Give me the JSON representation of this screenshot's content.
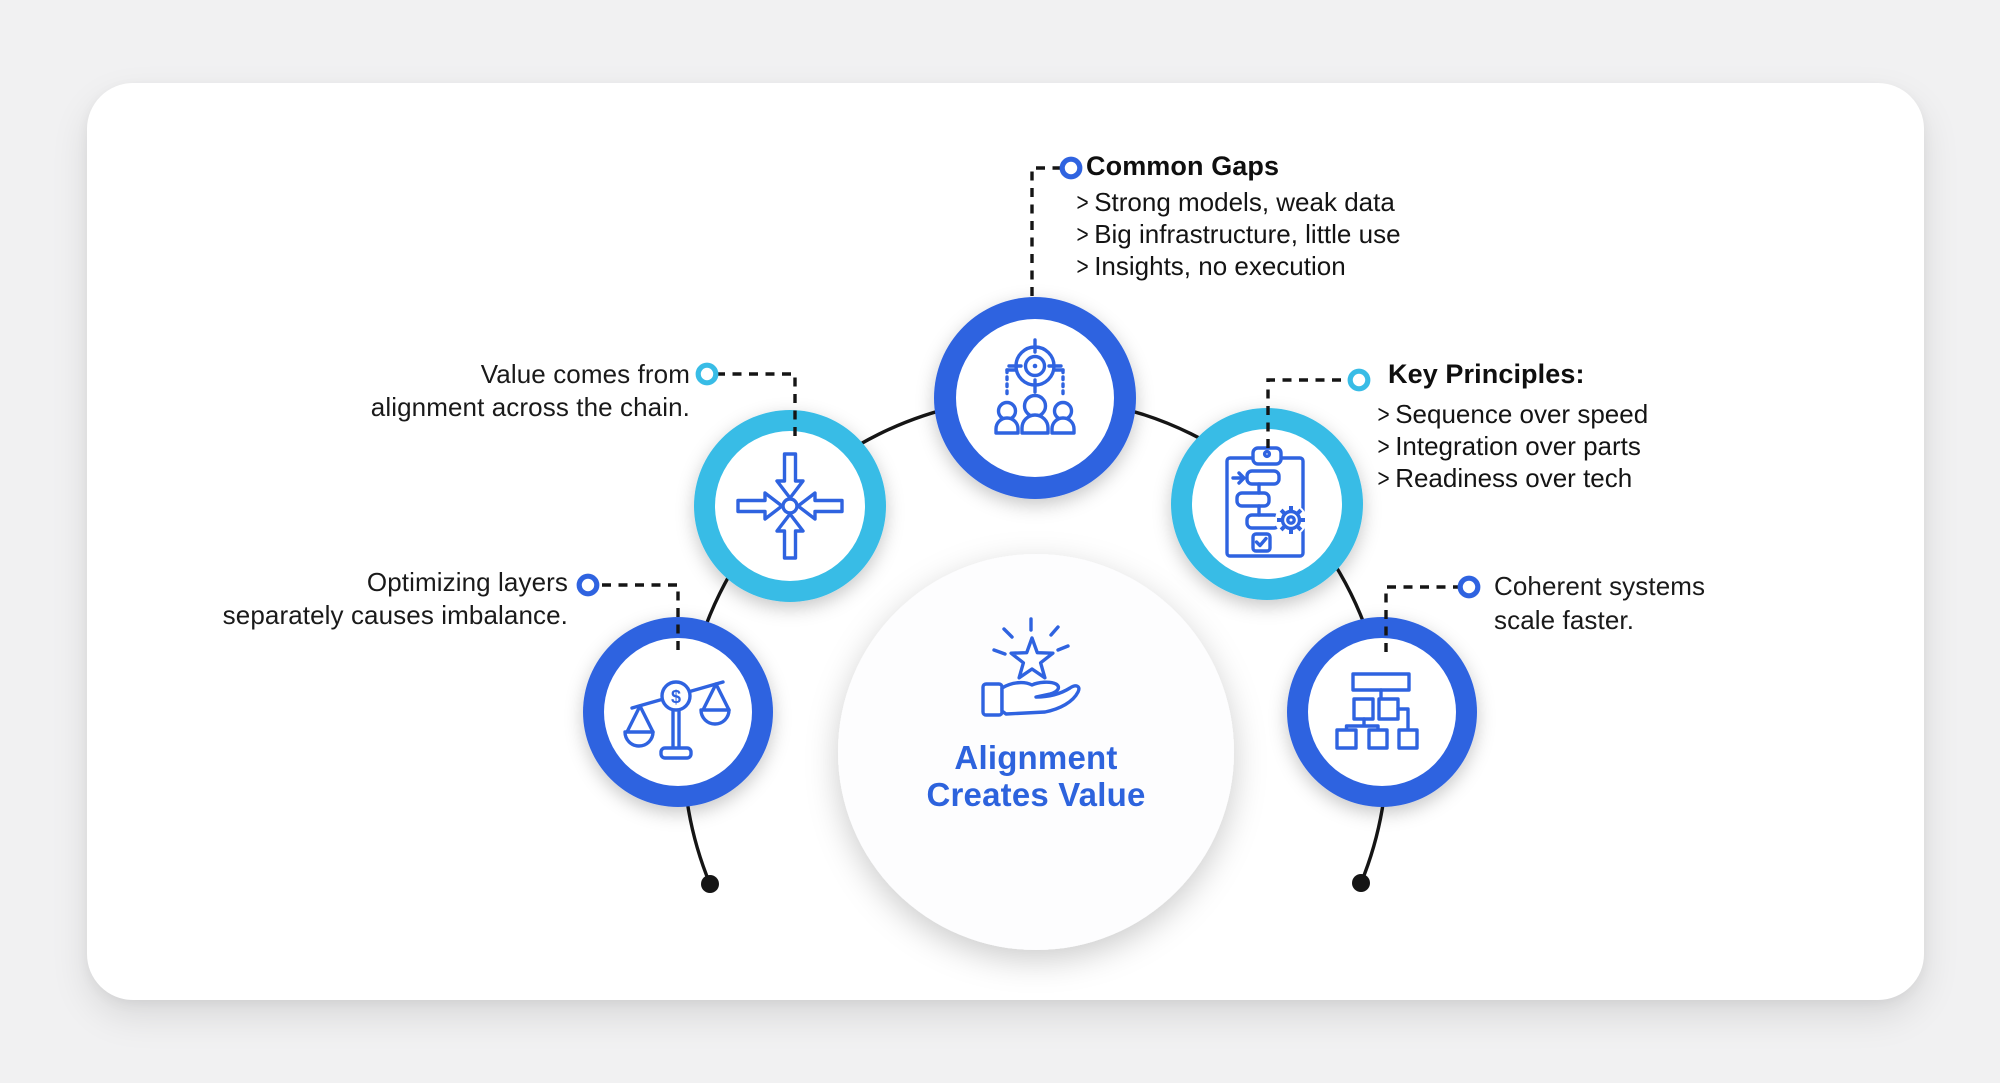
{
  "center": {
    "title": [
      "Alignment",
      "Creates Value"
    ],
    "icon": "hand-holding-star-icon"
  },
  "nodes": [
    {
      "id": "common-gaps-node",
      "icon": "team-target-icon",
      "ring_color": "#2f63e0"
    },
    {
      "id": "value-alignment-node",
      "icon": "converging-arrows-icon",
      "ring_color": "#38bce6"
    },
    {
      "id": "key-principles-node",
      "icon": "clipboard-process-icon",
      "ring_color": "#38bce6"
    },
    {
      "id": "optimizing-layers-node",
      "icon": "imbalanced-scale-icon",
      "ring_color": "#2f63e0"
    },
    {
      "id": "coherent-systems-node",
      "icon": "org-hierarchy-icon",
      "ring_color": "#2f63e0"
    }
  ],
  "annotations": {
    "common_gaps": {
      "heading": "Common Gaps",
      "items": [
        "Strong models, weak data",
        "Big infrastructure, little use",
        "Insights, no execution"
      ]
    },
    "key_principles": {
      "heading": "Key Principles:",
      "items": [
        "Sequence over speed",
        "Integration over parts",
        "Readiness over tech"
      ]
    },
    "value_alignment": {
      "lines": [
        "Value comes from",
        "alignment across the chain."
      ]
    },
    "optimizing_layers": {
      "lines": [
        "Optimizing layers",
        "separately causes imbalance."
      ]
    },
    "coherent_systems": {
      "lines": [
        "Coherent systems",
        "scale faster."
      ]
    }
  },
  "ui": {
    "bullet_char": ">"
  },
  "colors": {
    "blue": "#2f63e0",
    "cyan": "#38bce6",
    "title_blue": "#2d63dd",
    "text_dark": "#1a1a1a",
    "line_black": "#151515",
    "card_bg": "#ffffff",
    "page_bg": "#f1f1f2"
  }
}
